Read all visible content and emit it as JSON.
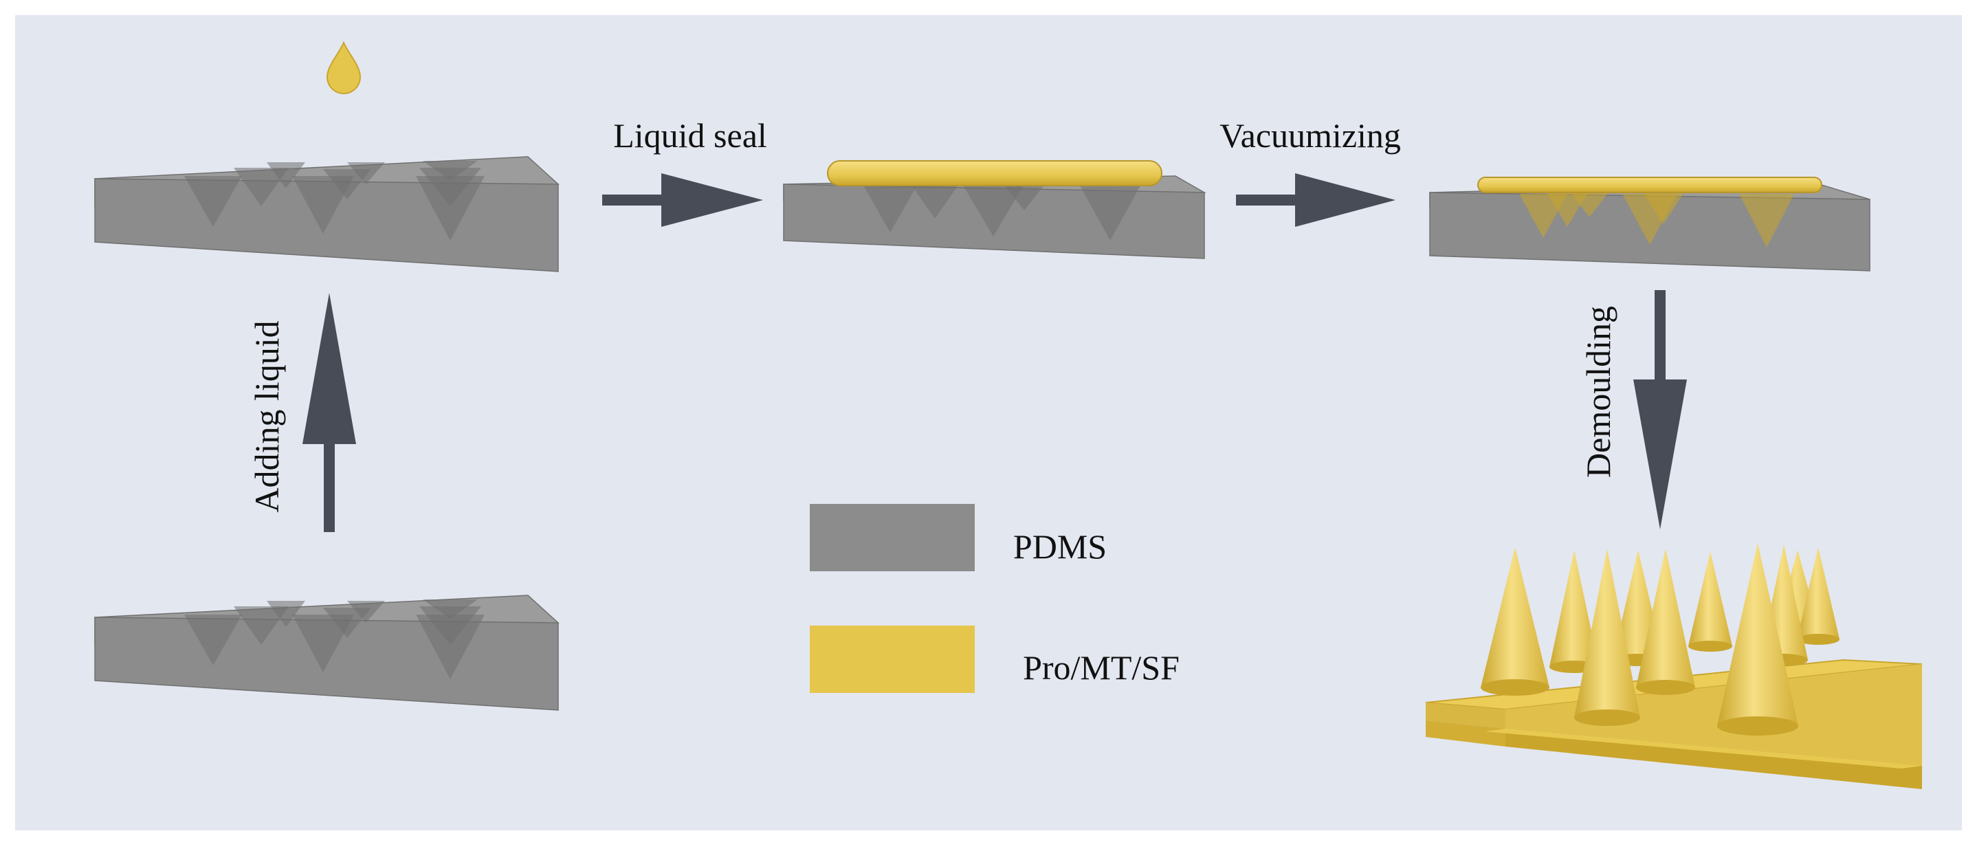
{
  "colors": {
    "background": "#e3e7f0",
    "pdms": "#8c8c8c",
    "pdms_dark": "#707070",
    "pdms_top": "#9c9c9c",
    "cone_shadow": "#6f6f6f",
    "gold": "#e5c64c",
    "gold_light": "#f6df84",
    "gold_dark": "#c9a52c",
    "arrow": "#474c57"
  },
  "steps": {
    "adding_liquid": "Adding liquid",
    "liquid_seal": "Liquid seal",
    "vacuumizing": "Vacuumizing",
    "demoulding": "Demoulding"
  },
  "legend": [
    {
      "label": "PDMS",
      "material": "pdms"
    },
    {
      "label": "Pro/MT/SF",
      "material": "gold"
    }
  ]
}
